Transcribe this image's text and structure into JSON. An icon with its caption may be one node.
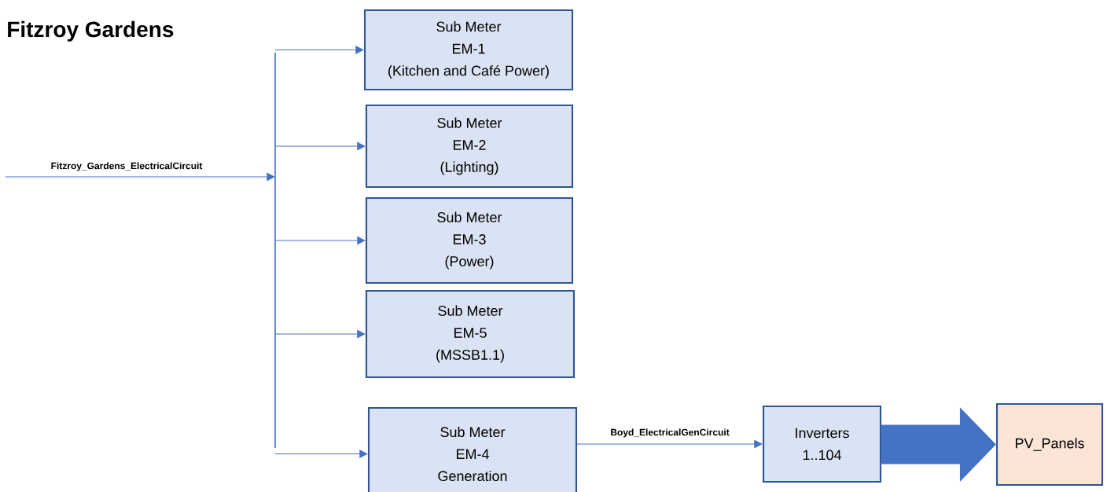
{
  "diagram": {
    "title": "Fitzroy Gardens",
    "nodes": [
      {
        "text": [],
        "shape": "bar"
      },
      {
        "text": [
          "Sub Meter",
          "EM-1",
          "(Kitchen and Café Power)"
        ]
      },
      {
        "text": [
          "Sub Meter",
          "EM-2",
          "(Lighting)"
        ]
      },
      {
        "text": [
          "Sub Meter",
          "EM-3",
          "(Power)"
        ]
      },
      {
        "text": [
          "Sub Meter",
          "EM-5",
          "(MSSB1.1)"
        ]
      },
      {
        "text": [
          "Sub Meter",
          "EM-4",
          "Generation"
        ]
      },
      {
        "text": [
          "Inverters",
          "1..104"
        ]
      },
      {
        "text": [
          "PV_Panels"
        ]
      }
    ],
    "edges": [
      {
        "from": null,
        "to": 0,
        "arrow": "to",
        "label": "Fitzroy_Gardens_ElectricalCircuit"
      },
      {
        "from": 0,
        "to": 1,
        "arrow": "to"
      },
      {
        "from": 0,
        "to": 2,
        "arrow": "to"
      },
      {
        "from": 0,
        "to": 3,
        "arrow": "to"
      },
      {
        "from": 0,
        "to": 4,
        "arrow": "to"
      },
      {
        "from": 0,
        "to": 5,
        "arrow": "to"
      },
      {
        "from": 5,
        "to": 6,
        "arrow": "to",
        "label": "Boyd_ElectricalGenCircuit"
      },
      {
        "from": 6,
        "to": 7,
        "arrow": "to",
        "style": "thick"
      }
    ]
  }
}
